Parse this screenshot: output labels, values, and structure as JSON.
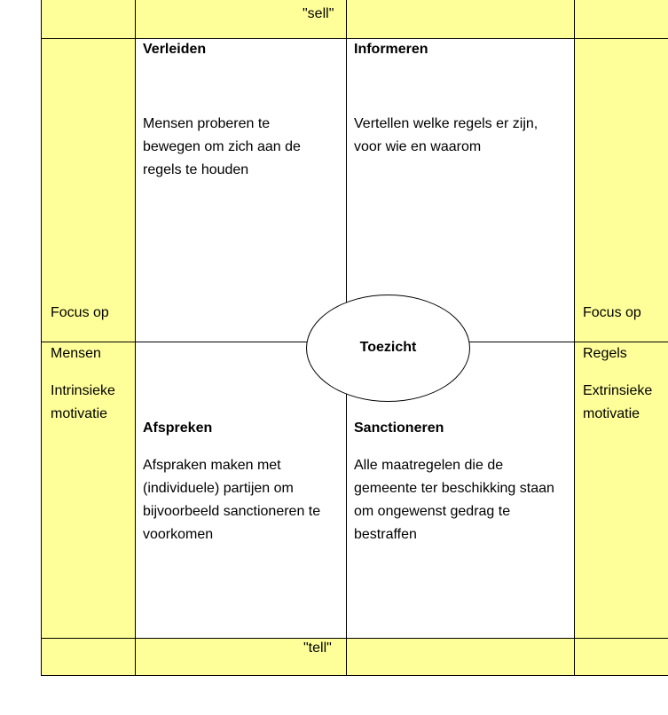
{
  "colors": {
    "side_fill": "#ffff99",
    "center_fill": "#ffffff",
    "border": "#000000"
  },
  "top_label": "\"sell\"",
  "bottom_label": "\"tell\"",
  "left_side": {
    "focus": "Focus op",
    "subject": "Mensen",
    "motivation_line1": "Intrinsieke",
    "motivation_line2": "motivatie"
  },
  "right_side": {
    "focus": "Focus op",
    "subject": "Regels",
    "motivation_line1": "Extrinsieke",
    "motivation_line2": "motivatie"
  },
  "quadrants": {
    "top_left": {
      "title": "Verleiden",
      "lines": [
        "Mensen proberen te",
        "bewegen om zich aan de",
        "regels te houden"
      ]
    },
    "top_right": {
      "title": "Informeren",
      "lines": [
        "Vertellen welke regels er zijn,",
        "voor wie en waarom"
      ]
    },
    "bottom_left": {
      "title": "Afspreken",
      "lines": [
        "Afspraken maken met",
        "(individuele) partijen om",
        "bijvoorbeeld sanctioneren te",
        "voorkomen"
      ]
    },
    "bottom_right": {
      "title": "Sanctioneren",
      "lines": [
        "Alle maatregelen die de",
        "gemeente ter beschikking staan",
        "om ongewenst gedrag te",
        "bestraffen"
      ]
    }
  },
  "center": {
    "label": "Toezicht"
  }
}
